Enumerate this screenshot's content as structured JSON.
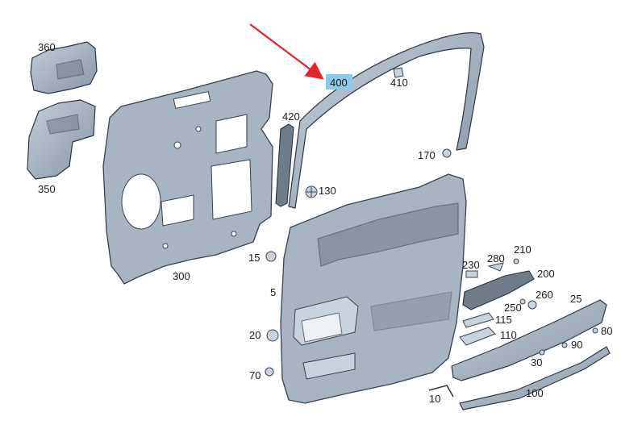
{
  "colors": {
    "arrow": "#e3262b",
    "highlight": "#8fc9e8",
    "part_fill": "#a9b6c3",
    "part_outline": "#2e3640"
  },
  "labels": {
    "p360": "360",
    "p350": "350",
    "p300": "300",
    "p420": "420",
    "p400": "400",
    "p410": "410",
    "p170": "170",
    "p130": "130",
    "p15": "15",
    "p5": "5",
    "p20": "20",
    "p70": "70",
    "p10": "10",
    "p100": "100",
    "p30": "30",
    "p90": "90",
    "p80": "80",
    "p25": "25",
    "p110": "110",
    "p115": "115",
    "p250": "250",
    "p260": "260",
    "p230": "230",
    "p280": "280",
    "p210": "210",
    "p200": "200"
  },
  "highlighted_part": "400",
  "icons": [
    "red-arrow-icon"
  ]
}
